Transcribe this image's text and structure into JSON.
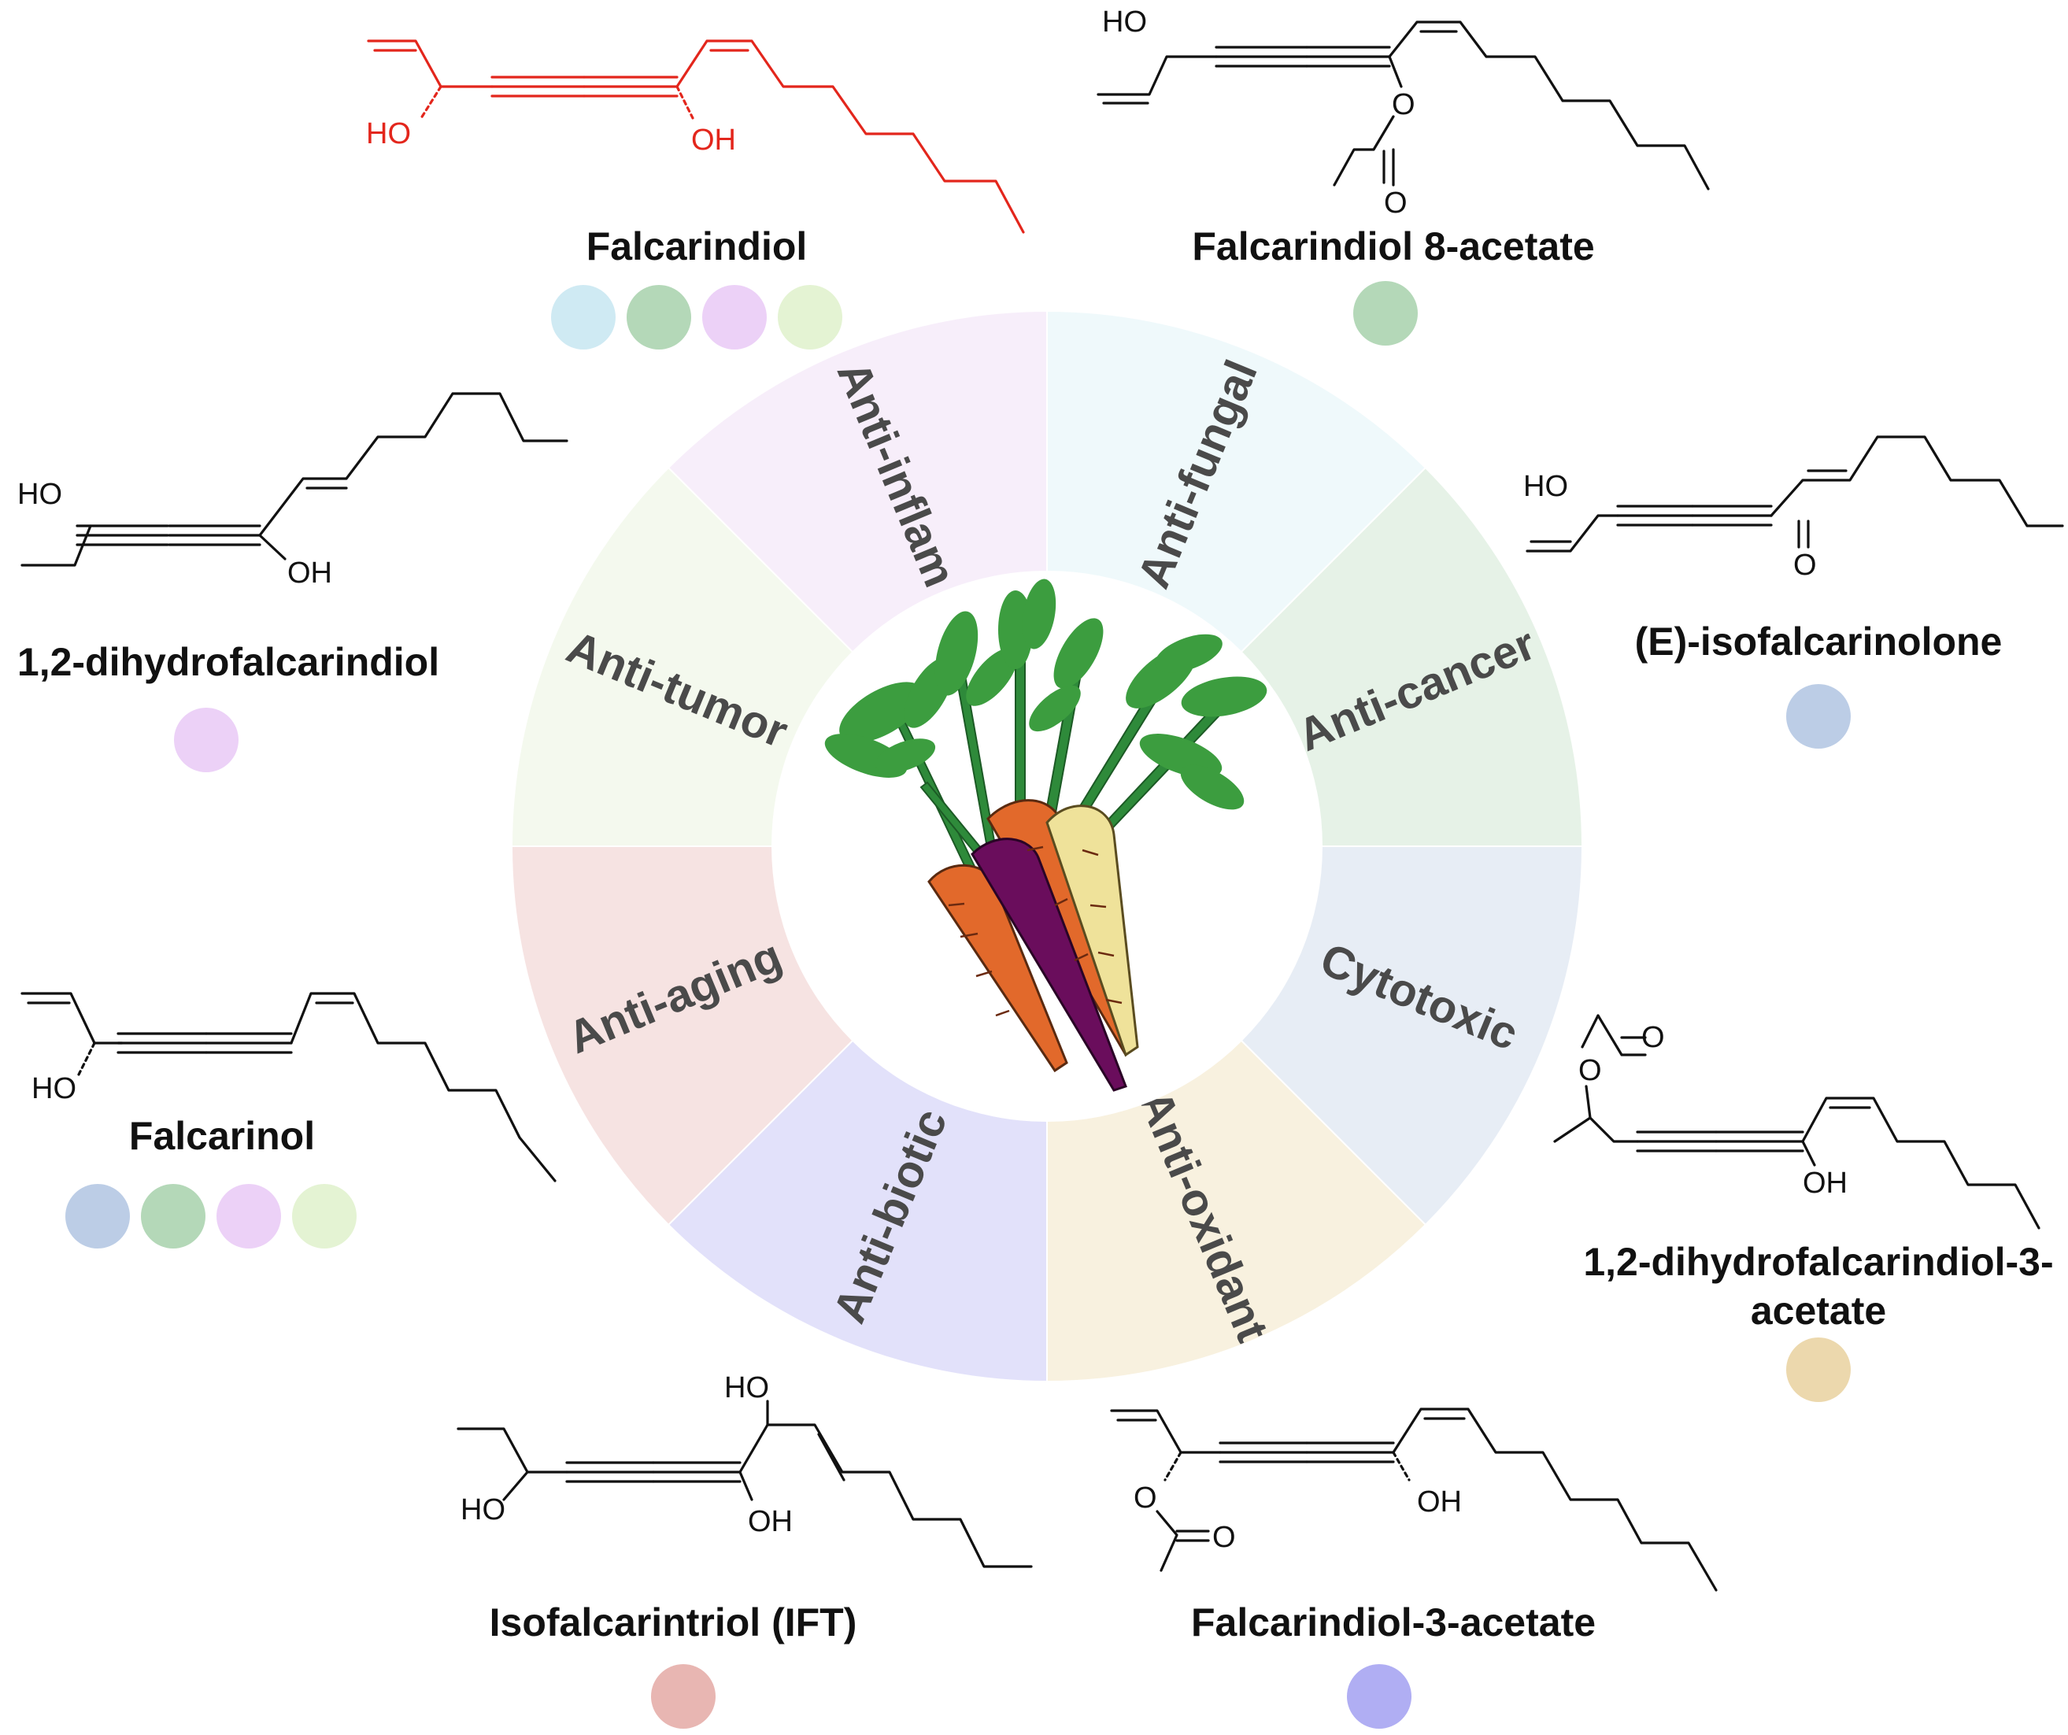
{
  "activities": [
    {
      "label": "Anti-fungal",
      "color": "#d6eef5"
    },
    {
      "label": "Anti-cancer",
      "color": "#bcdcc1"
    },
    {
      "label": "Cytotoxic",
      "color": "#bfd0e6"
    },
    {
      "label": "Anti-oxidant",
      "color": "#ecd9ab"
    },
    {
      "label": "Anti-biotic",
      "color": "#b2b1f2"
    },
    {
      "label": "Anti-aging",
      "color": "#e8b6b2"
    },
    {
      "label": "Anti-tumor",
      "color": "#e3f0d3"
    },
    {
      "label": "Anti-inflam",
      "color": "#ead1f3"
    }
  ],
  "compounds": [
    {
      "name": "Falcarindiol",
      "name_color": "#e3261c",
      "dots": [
        "#cfeaf3",
        "#b4d8b8",
        "#ecd1f7",
        "#e4f3d3"
      ]
    },
    {
      "name": "Falcarindiol 8-acetate",
      "dots": [
        "#b4d8b8"
      ]
    },
    {
      "name": "1,2-dihydrofalcarindiol",
      "dots": [
        "#ecd1f7"
      ]
    },
    {
      "name": "(E)-isofalcarinolone",
      "dots": [
        "#bccde6"
      ]
    },
    {
      "name": "Falcarinol",
      "dots": [
        "#bccde6",
        "#b4d8b8",
        "#ecd1f7",
        "#e4f3d3"
      ]
    },
    {
      "name_line1": "1,2-dihydrofalcarindiol-3-",
      "name_line2": "acetate",
      "dots": [
        "#ecd8ad"
      ]
    },
    {
      "name": "Isofalcarintriol (IFT)",
      "dots": [
        "#e8b6b2"
      ]
    },
    {
      "name": "Falcarindiol-3-acetate",
      "dots": [
        "#b0aef3"
      ]
    }
  ],
  "atoms": {
    "ho": "HO",
    "oh": "OH",
    "o": "O"
  },
  "icons": [
    "carrot-bunch-illustration"
  ]
}
